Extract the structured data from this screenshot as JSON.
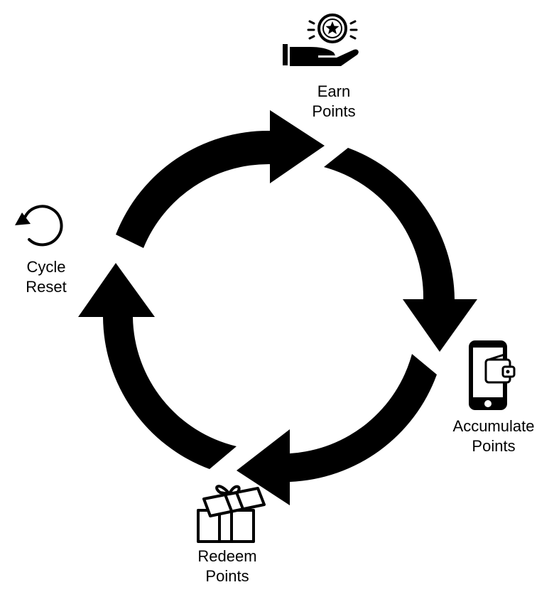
{
  "diagram": {
    "stages": [
      {
        "id": "earn",
        "label_line1": "Earn",
        "label_line2": "Points",
        "icon": "hand-coin-star-icon"
      },
      {
        "id": "accumulate",
        "label_line1": "Accumulate",
        "label_line2": "Points",
        "icon": "phone-wallet-icon"
      },
      {
        "id": "redeem",
        "label_line1": "Redeem",
        "label_line2": "Points",
        "icon": "gift-box-icon"
      },
      {
        "id": "reset",
        "label_line1": "Cycle",
        "label_line2": "Reset",
        "icon": "counterclockwise-arrow-icon"
      }
    ],
    "flow": "clockwise",
    "colors": {
      "arrows": "#000000",
      "background": "#ffffff"
    }
  }
}
